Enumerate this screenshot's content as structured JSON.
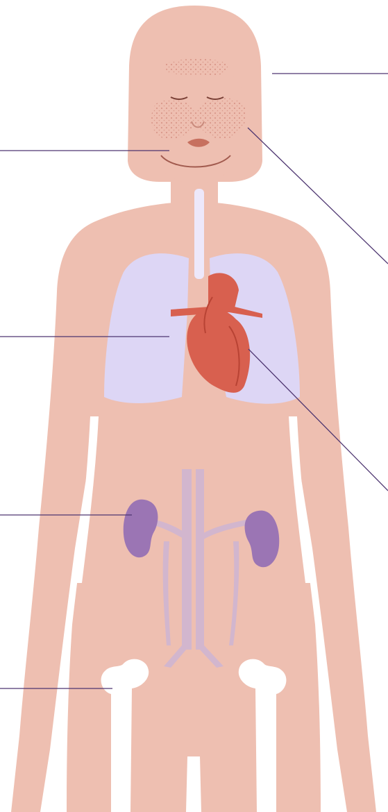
{
  "colors": {
    "background": "#ffffff",
    "skin": "#eebfb1",
    "skin_shadow": "#e4ae9f",
    "lungs": "#ddd6f5",
    "trachea": "#ede8fb",
    "heart": "#d8604f",
    "heart_dark": "#b84334",
    "kidney": "#9b75b4",
    "vessels": "#c9b3d8",
    "bone": "#ffffff",
    "rash_dots": "#d9998a",
    "leader_line": "#4d3570"
  },
  "icons": {
    "figure": "human-body-illustration",
    "organs": [
      "lungs-icon",
      "heart-icon",
      "kidneys-icon",
      "hip-bones-icon",
      "trachea-icon",
      "facial-rash-icon"
    ]
  },
  "callouts": [
    {
      "id": "mouth",
      "side": "left",
      "target": "mouth"
    },
    {
      "id": "lungs",
      "side": "left",
      "target": "lungs"
    },
    {
      "id": "kidney",
      "side": "left",
      "target": "kidney"
    },
    {
      "id": "bone",
      "side": "left",
      "target": "hip-bone"
    },
    {
      "id": "hair",
      "side": "right",
      "target": "head"
    },
    {
      "id": "rash",
      "side": "right",
      "target": "cheek-rash"
    },
    {
      "id": "heart",
      "side": "right",
      "target": "heart"
    }
  ]
}
